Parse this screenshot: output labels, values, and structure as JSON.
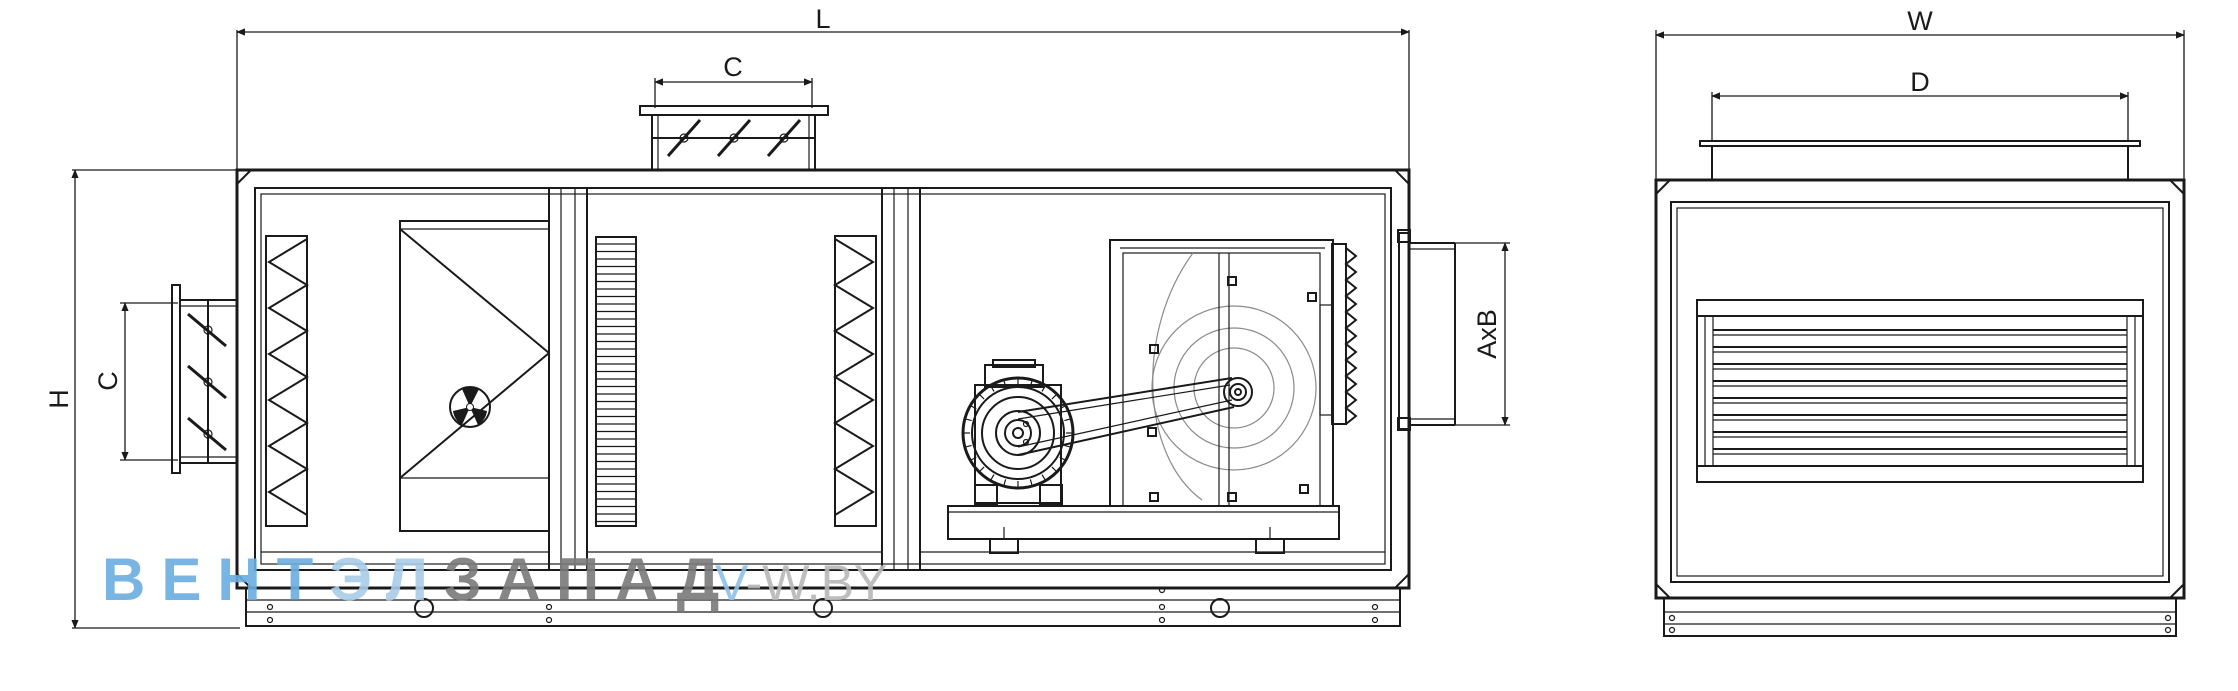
{
  "labels": {
    "length": "L",
    "width": "W",
    "height": "H",
    "damper_top": "C",
    "damper_left": "C",
    "roof_duct": "D",
    "outlet": "AxB"
  },
  "watermark": {
    "part1": "ВЕНТ",
    "part2": "ЭЛ",
    "part3": "ЗАПАД",
    "site_part1": "V",
    "site_part2": "-W.BY"
  },
  "colors": {
    "line": "#1a1a1a",
    "watermark_blue": "#6aaee0",
    "watermark_grey": "#7a7a7a",
    "watermark_light": "#b7b7b7"
  }
}
